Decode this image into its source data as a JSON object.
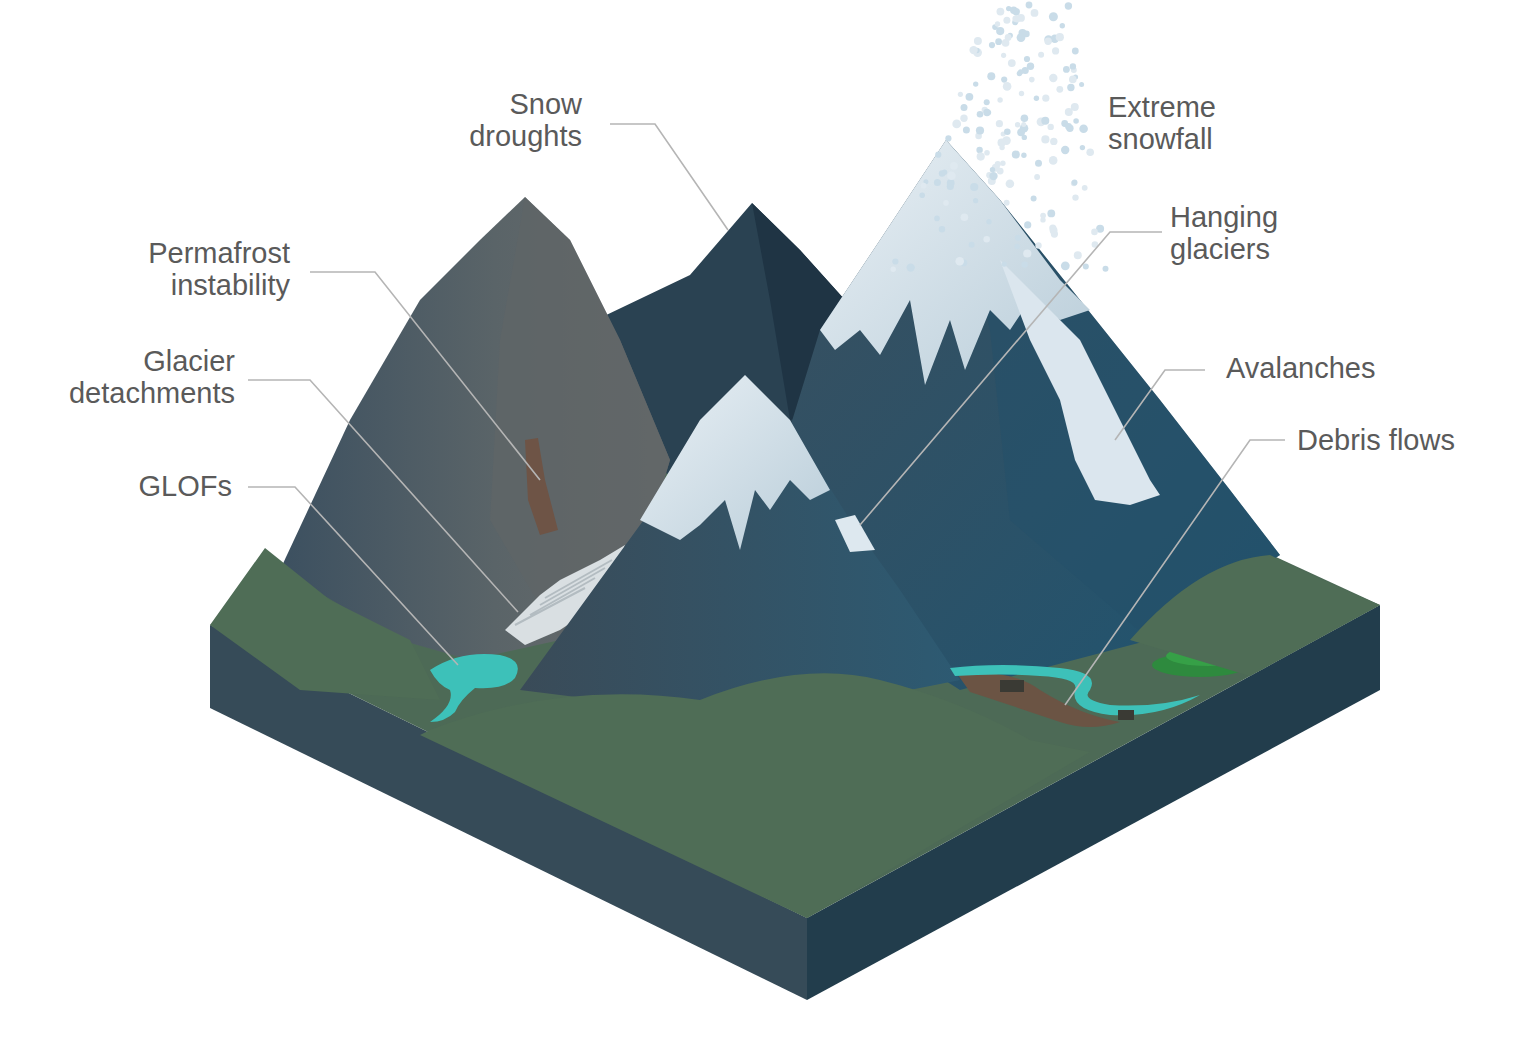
{
  "diagram": {
    "labels": [
      "Snow droughts",
      "Extreme snowfall",
      "Permafrost instability",
      "Hanging glaciers",
      "Glacier detachments",
      "Avalanches",
      "GLOFs",
      "Debris flows"
    ]
  }
}
